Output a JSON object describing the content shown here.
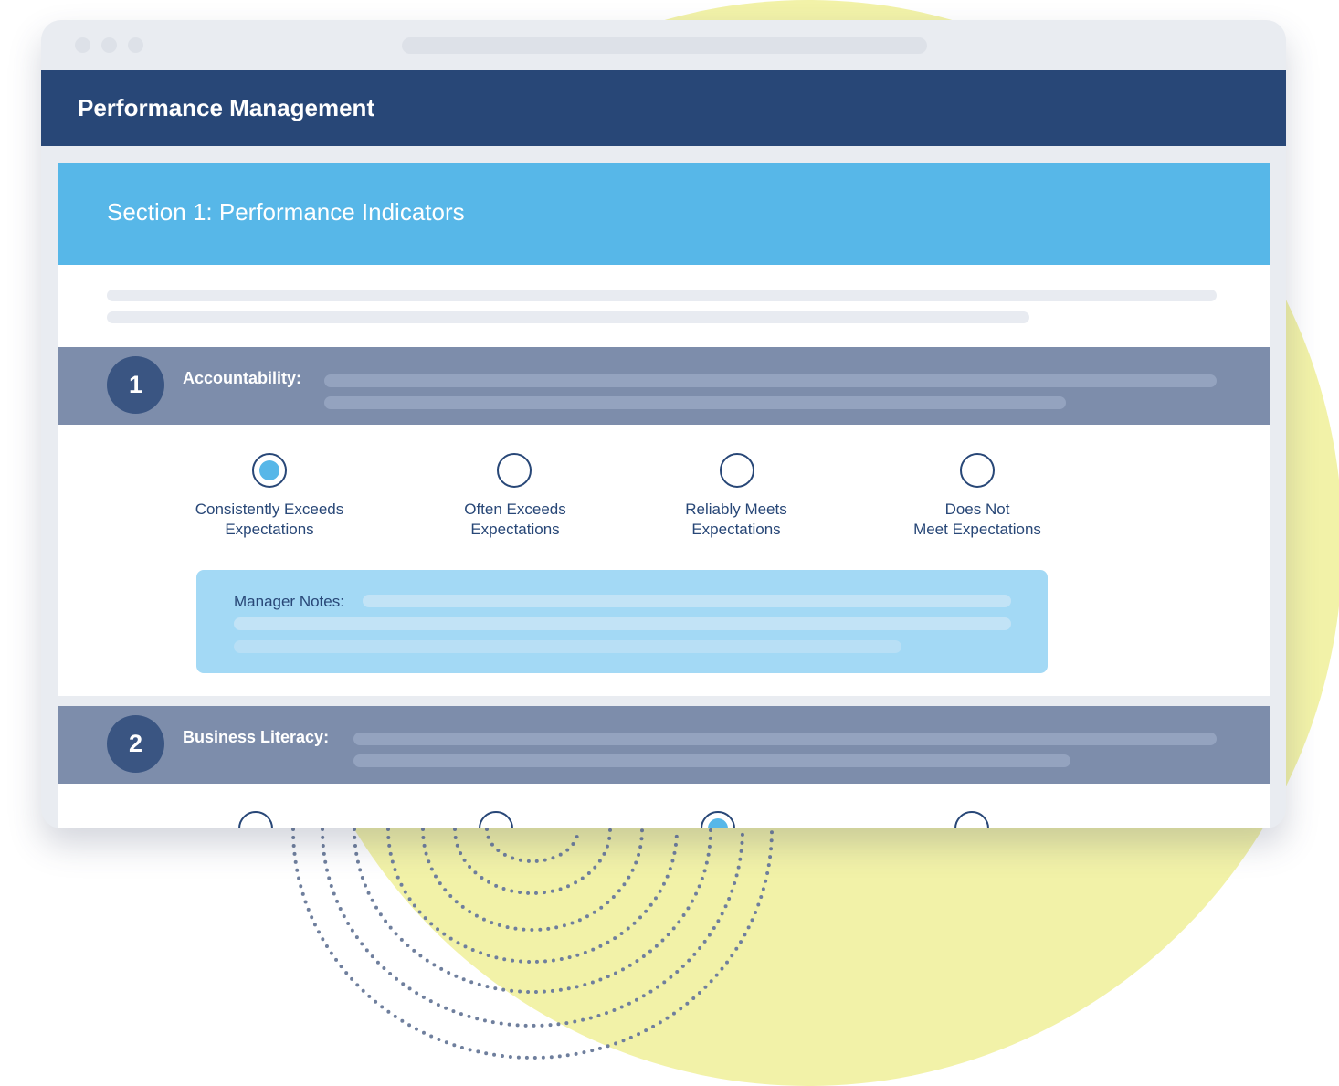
{
  "window": {
    "app_title": "Performance Management"
  },
  "section": {
    "title": "Section 1: Performance Indicators"
  },
  "indicators": [
    {
      "number": "1",
      "label": "Accountability:",
      "selected_option": "Consistently Exceeds Expectations"
    },
    {
      "number": "2",
      "label": "Business Literacy:",
      "selected_option": "Reliably Meets Expectations"
    }
  ],
  "rating_options": [
    "Consistently Exceeds\nExpectations",
    "Often Exceeds\nExpectations",
    "Reliably Meets\nExpectations",
    "Does Not\nMeet Expectations"
  ],
  "notes": {
    "label": "Manager Notes:"
  },
  "colors": {
    "app_bar": "#284777",
    "section_header": "#57b7e8",
    "indicator_bar": "#7d8dab",
    "number_badge": "#3a5582",
    "notes_box": "#a3d9f5",
    "background_blob": "#f2f2a8",
    "selected_radio": "#57b7e8"
  }
}
